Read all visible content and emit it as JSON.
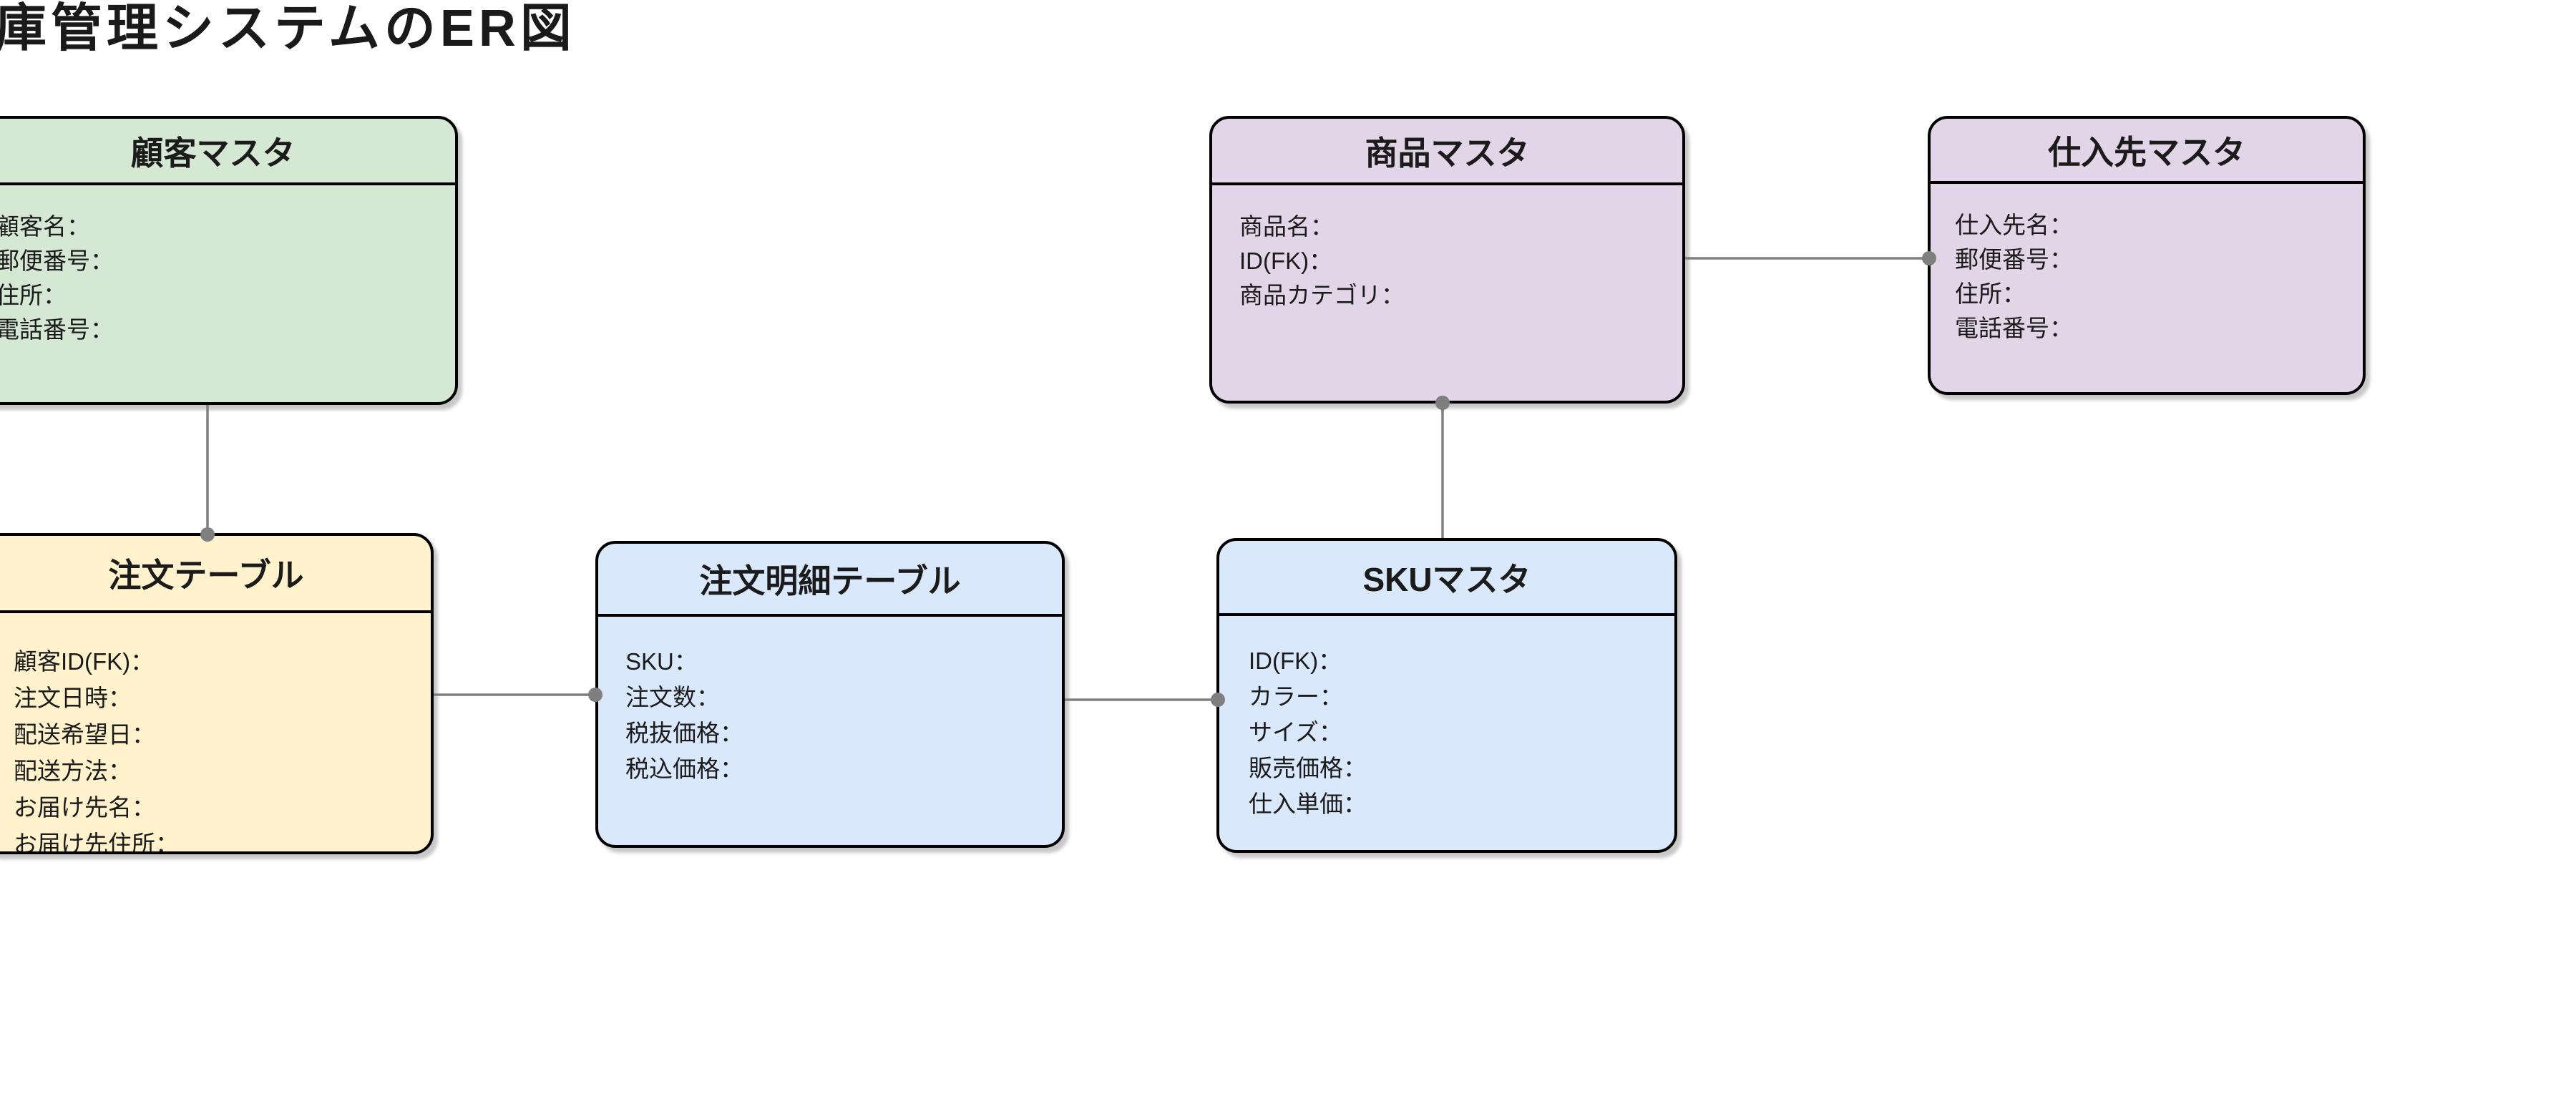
{
  "canvas": {
    "background": "#ffffff"
  },
  "page_title": {
    "text": "在庫管理システムのER図",
    "color": "#1a1a1a"
  },
  "diagram": {
    "connector_color": "#7f7f7f",
    "border_color": "#000000",
    "text_color": "#1b1b1b",
    "entities": [
      {
        "id": "customer-master",
        "title": "顧客マスタ",
        "fill": "#d5e8d4",
        "fields": [
          "顧客名：",
          "郵便番号：",
          "住所：",
          "電話番号："
        ]
      },
      {
        "id": "product-master",
        "title": "商品マスタ",
        "fill": "#e1d5e7",
        "fields": [
          "商品名：",
          "ID(FK)：",
          "商品カテゴリ："
        ]
      },
      {
        "id": "supplier-master",
        "title": "仕入先マスタ",
        "fill": "#e1d5e7",
        "fields": [
          "仕入先名：",
          "郵便番号：",
          "住所：",
          "電話番号："
        ]
      },
      {
        "id": "order-table",
        "title": "注文テーブル",
        "fill": "#fff2cc",
        "fields": [
          "顧客ID(FK)：",
          "注文日時：",
          "配送希望日：",
          "配送方法：",
          "お届け先名：",
          "お届け先住所："
        ]
      },
      {
        "id": "order-detail-table",
        "title": "注文明細テーブル",
        "fill": "#dae8fc",
        "fields": [
          "SKU：",
          "注文数：",
          "税抜価格：",
          "税込価格："
        ]
      },
      {
        "id": "sku-master",
        "title": "SKUマスタ",
        "fill": "#dae8fc",
        "fields": [
          "ID(FK)：",
          "カラー：",
          "サイズ：",
          "販売価格：",
          "仕入単価："
        ]
      }
    ],
    "connectors": [
      {
        "id": "customer-to-order",
        "from": "顧客マスタ",
        "to": "注文テーブル",
        "dot_end": "注文テーブル"
      },
      {
        "id": "order-to-order-detail",
        "from": "注文テーブル",
        "to": "注文明細テーブル",
        "dot_end": "注文明細テーブル"
      },
      {
        "id": "order-detail-to-sku",
        "from": "注文明細テーブル",
        "to": "SKUマスタ",
        "dot_end": "SKUマスタ"
      },
      {
        "id": "product-to-sku",
        "from": "商品マスタ",
        "to": "SKUマスタ",
        "dot_end": "商品マスタ"
      },
      {
        "id": "product-to-supplier",
        "from": "商品マスタ",
        "to": "仕入先マスタ",
        "dot_end": "仕入先マスタ"
      }
    ]
  }
}
